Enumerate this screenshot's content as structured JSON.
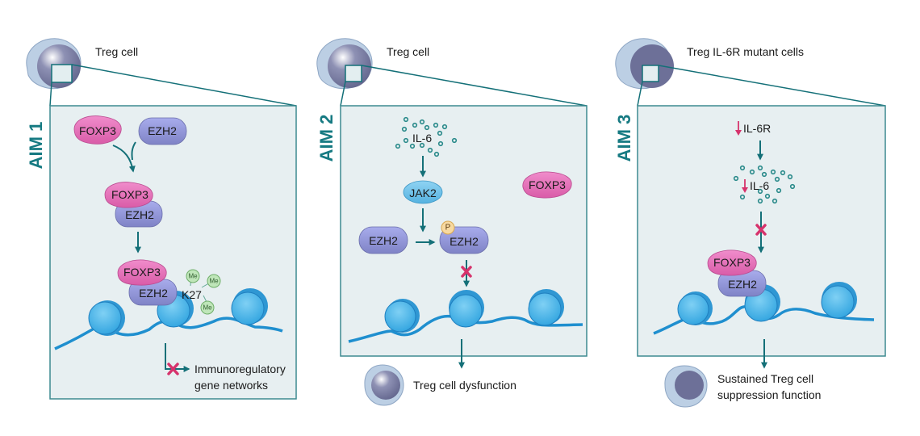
{
  "colors": {
    "teal": "#147078",
    "panel_bg": "#e7eff1",
    "panel_border": "#3d8a90",
    "foxp3": "#e46fb8",
    "ezh2": "#8f93d6",
    "jak2": "#6fbfe6",
    "nucleosome": "#3aaee6",
    "dna": "#1f8fcf",
    "inhibit": "#d6336c",
    "methyl": "#bfe6b9",
    "phospho": "#f7d9a0",
    "cell_outer": "#b9cde3",
    "cell_nucleus": "#6d7098"
  },
  "panels": [
    {
      "aim_label": "AIM 1",
      "cell_label": "Treg cell",
      "proteins": {
        "foxp3_free": "FOXP3",
        "ezh2_free": "EZH2",
        "foxp3_complex": "FOXP3",
        "ezh2_complex": "EZH2",
        "foxp3_bound": "FOXP3",
        "ezh2_bound": "EZH2"
      },
      "histone_mark": "K27",
      "methyl_label": "Me",
      "outcome_line1": "Immunoregulatory",
      "outcome_line2": "gene networks"
    },
    {
      "aim_label": "AIM 2",
      "cell_label": "Treg cell",
      "cytokine": "IL-6",
      "kinase": "JAK2",
      "foxp3": "FOXP3",
      "ezh2": "EZH2",
      "ezh2_phospho": "EZH2",
      "phospho_label": "P",
      "outcome": "Treg cell dysfunction"
    },
    {
      "aim_label": "AIM 3",
      "cell_label": "Treg IL-6R mutant cells",
      "receptor": "IL-6R",
      "cytokine": "IL-6",
      "foxp3": "FOXP3",
      "ezh2": "EZH2",
      "outcome_line1": "Sustained Treg cell",
      "outcome_line2": "suppression function"
    }
  ]
}
